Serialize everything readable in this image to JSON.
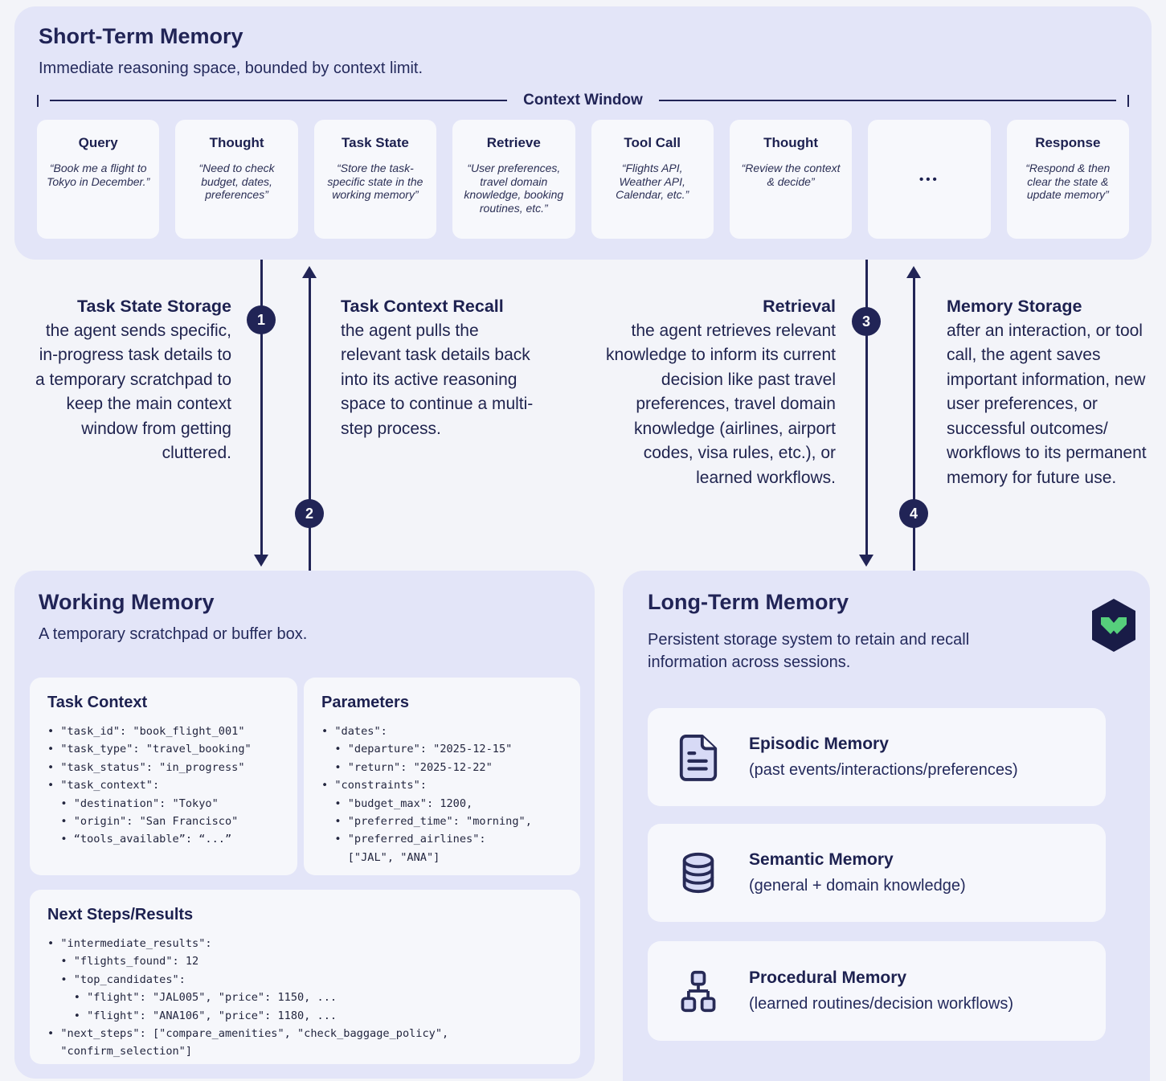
{
  "colors": {
    "navy_text": "#212456",
    "panel_lavender": "#e3e5f8",
    "card_white": "#f7f8fc",
    "page_background": "#f3f4f9",
    "icon_fill": "#d7daf6",
    "logo_hexagon": "#191c47",
    "logo_mark_green": "#56cf7c"
  },
  "stm": {
    "title": "Short-Term Memory",
    "subtitle": "Immediate reasoning space, bounded by context limit.",
    "context_window_label": "Context Window",
    "cards": [
      {
        "title": "Query",
        "quote": "“Book me a flight to Tokyo in December.”"
      },
      {
        "title": "Thought",
        "quote": "“Need to check budget, dates, preferences”"
      },
      {
        "title": "Task State",
        "quote": "“Store the task-specific state in the working memory”"
      },
      {
        "title": "Retrieve",
        "quote": "“User preferences, travel domain knowledge, booking routines, etc.”"
      },
      {
        "title": "Tool Call",
        "quote": "“Flights API, Weather API, Calendar, etc.”"
      },
      {
        "title": "Thought",
        "quote": "“Review the context & decide”"
      },
      {
        "title": "",
        "quote": "",
        "dots": "•••"
      },
      {
        "title": "Response",
        "quote": "“Respond & then clear the state & update memory”"
      }
    ]
  },
  "flows": [
    {
      "number": "1",
      "heading": "Task State Storage",
      "body": "the agent sends specific, in-progress task details to a temporary scratchpad to keep the main context window from getting cluttered."
    },
    {
      "number": "2",
      "heading": "Task Context Recall",
      "body": "the agent pulls the relevant task details back into its active reasoning space to continue a multi-step process."
    },
    {
      "number": "3",
      "heading": "Retrieval",
      "body": "the agent retrieves relevant knowledge to inform its current decision like past travel preferences, travel domain knowledge (airlines, airport codes, visa rules, etc.), or learned workflows."
    },
    {
      "number": "4",
      "heading": "Memory Storage",
      "body": "after an interaction, or tool call, the agent saves important information, new user preferences, or successful outcomes/ workflows to its permanent memory for future use."
    }
  ],
  "working": {
    "title": "Working Memory",
    "subtitle": "A temporary scratchpad or buffer box.",
    "task_context": {
      "title": "Task Context",
      "lines": [
        "• \"task_id\": \"book_flight_001\"",
        "• \"task_type\": \"travel_booking\"",
        "• \"task_status\": \"in_progress\"",
        "• \"task_context\":",
        "  • \"destination\": \"Tokyo\"",
        "  • \"origin\": \"San Francisco\"",
        "  • “tools_available”: “...”"
      ]
    },
    "parameters": {
      "title": "Parameters",
      "lines": [
        "• \"dates\":",
        "  • \"departure\": \"2025-12-15\"",
        "  • \"return\": \"2025-12-22\"",
        "• \"constraints\":",
        "  • \"budget_max\": 1200,",
        "  • \"preferred_time\": \"morning\",",
        "  • \"preferred_airlines\":",
        "    [\"JAL\", \"ANA\"]"
      ]
    },
    "next_steps": {
      "title": "Next Steps/Results",
      "lines": [
        "• \"intermediate_results\":",
        "  • \"flights_found\": 12",
        "  • \"top_candidates\":",
        "    • \"flight\": \"JAL005\", \"price\": 1150, ...",
        "    • \"flight\": \"ANA106\", \"price\": 1180, ...",
        "• \"next_steps\": [\"compare_amenities\", \"check_baggage_policy\",",
        "  \"confirm_selection\"]"
      ]
    }
  },
  "ltm": {
    "title": "Long-Term Memory",
    "subtitle": "Persistent storage system to retain and recall information across sessions.",
    "cards": [
      {
        "icon": "document-icon",
        "title": "Episodic Memory",
        "desc": "(past events/interactions/preferences)"
      },
      {
        "icon": "database-icon",
        "title": "Semantic Memory",
        "desc": "(general + domain knowledge)"
      },
      {
        "icon": "workflow-icon",
        "title": "Procedural Memory",
        "desc": "(learned routines/decision workflows)"
      }
    ]
  }
}
